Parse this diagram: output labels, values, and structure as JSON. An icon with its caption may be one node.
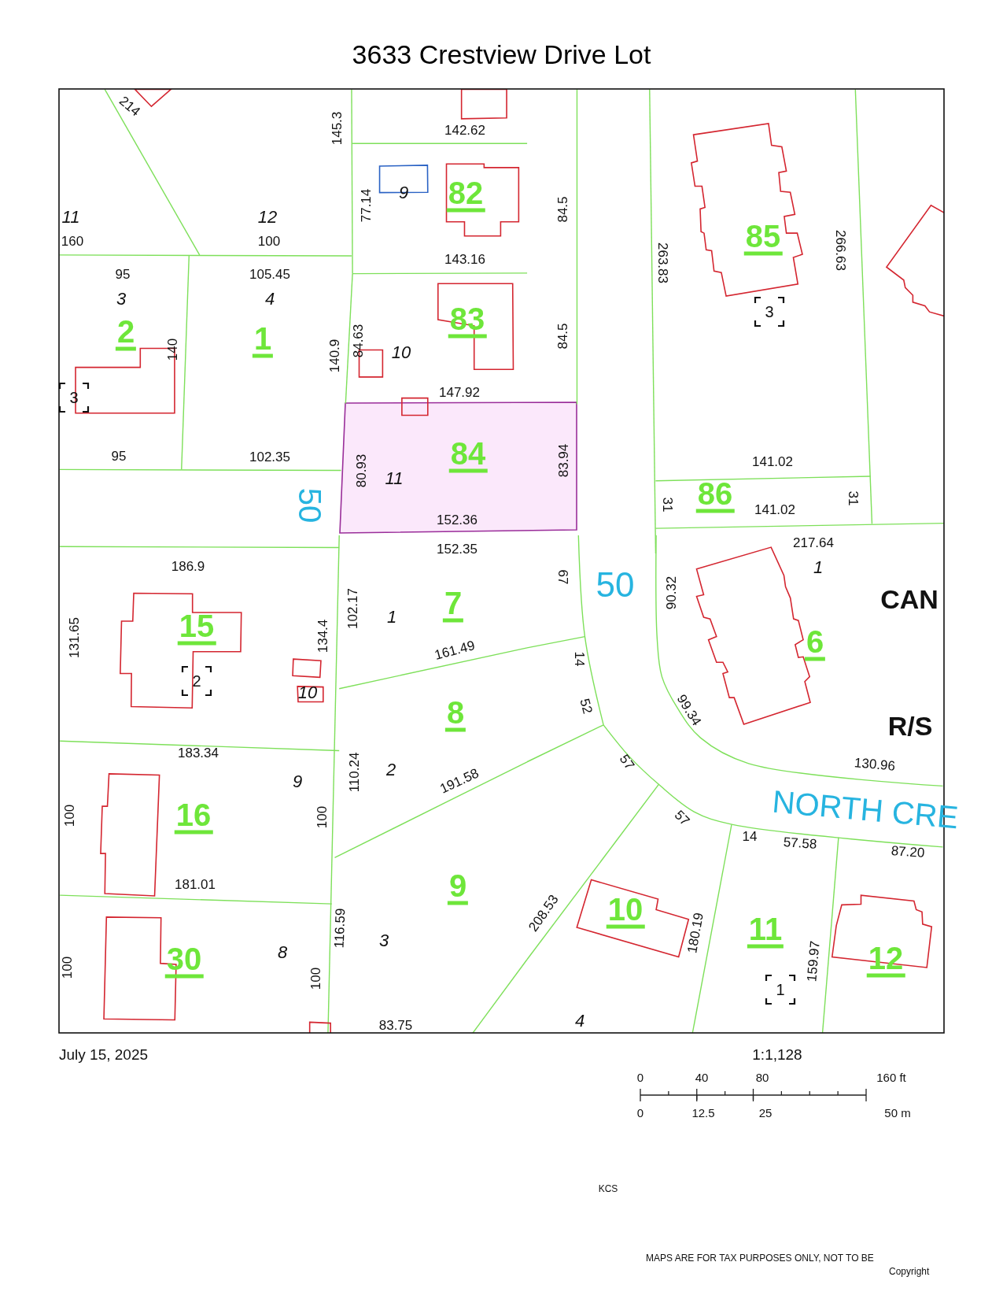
{
  "diagram": {
    "title": "3633 Crestview Drive Lot",
    "labels": [
      "214",
      "145.3",
      "142.62",
      "77.14",
      "9",
      "82",
      "84.5",
      "11",
      "12",
      "160",
      "100",
      "143.16",
      "263.83",
      "85",
      "266.63",
      "95",
      "105.45",
      "3",
      "4",
      "3",
      "2",
      "1",
      "140",
      "140.9",
      "84.63",
      "10",
      "83",
      "84.5",
      "3",
      "147.92",
      "95",
      "102.35",
      "84",
      "80.93",
      "11",
      "83.94",
      "141.02",
      "50",
      "86",
      "31",
      "141.02",
      "31",
      "152.36",
      "217.64",
      "152.35",
      "186.9",
      "102.17",
      "1",
      "7",
      "67",
      "50",
      "90.32",
      "1",
      "CAN",
      "131.65",
      "15",
      "134.4",
      "161.49",
      "14",
      "6",
      "2",
      "10",
      "99.34",
      "52",
      "8",
      "R/S",
      "183.34",
      "130.96",
      "9",
      "2",
      "110.24",
      "191.58",
      "57",
      "NORTH CRE",
      "100",
      "16",
      "100",
      "57",
      "14",
      "57.58",
      "87.20",
      "181.01",
      "9",
      "208.53",
      "10",
      "180.19",
      "11",
      "159.97",
      "12",
      "100",
      "30",
      "8",
      "100",
      "116.59",
      "3",
      "1",
      "83.75",
      "4",
      "July 15, 2025",
      "1:1,128",
      "0",
      "40",
      "80",
      "160 ft",
      "0",
      "12.5",
      "25",
      "50 m",
      "KCS",
      "MAPS ARE FOR TAX PURPOSES ONLY, NOT TO BE",
      "Copyright"
    ]
  }
}
